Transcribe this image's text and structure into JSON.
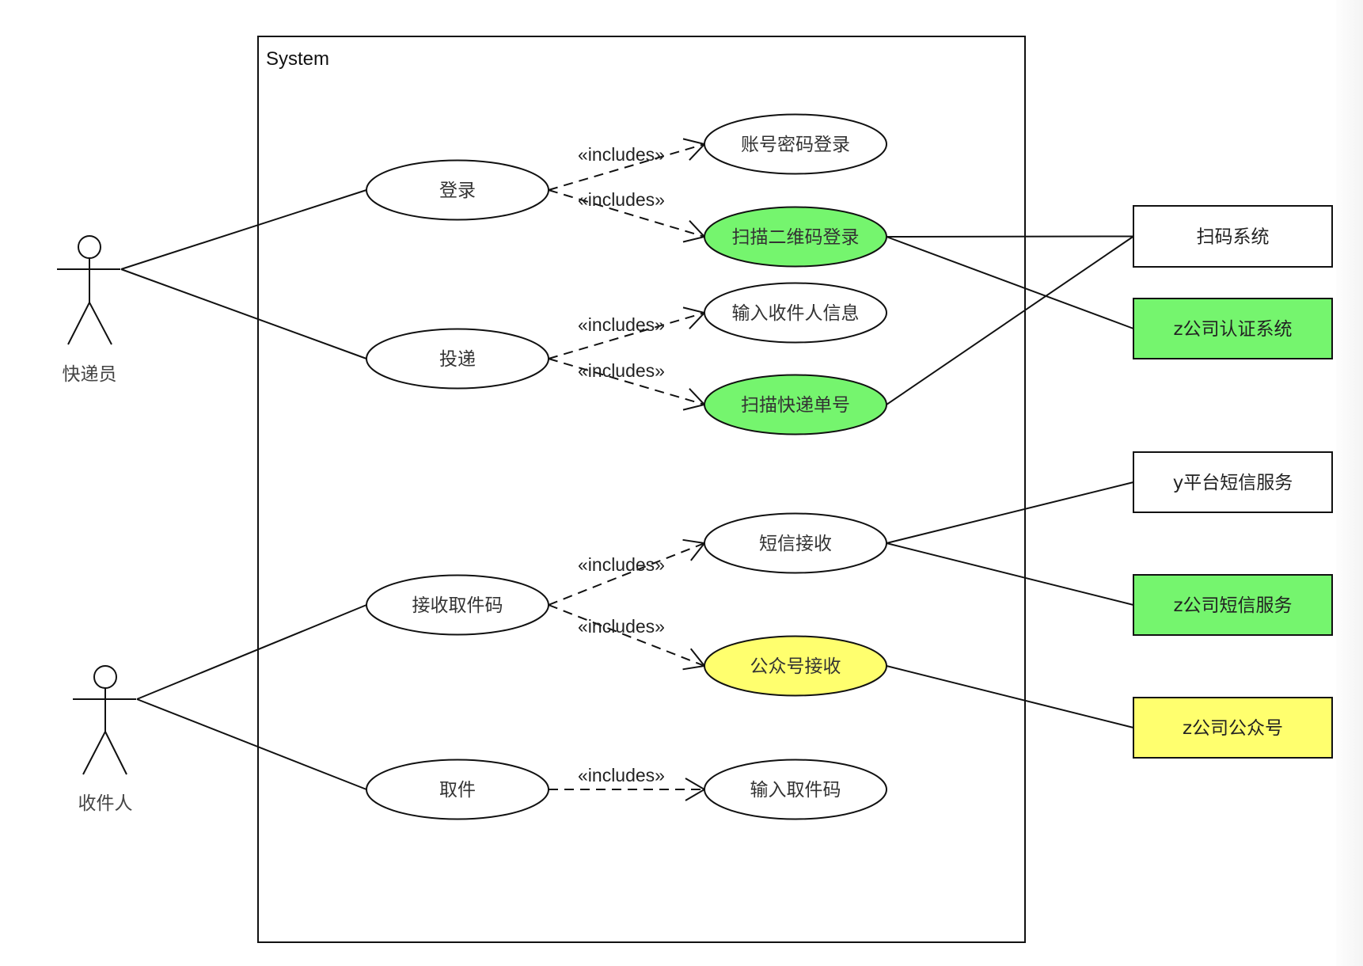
{
  "system": {
    "label": "System"
  },
  "actors": [
    {
      "id": "courier",
      "label": "快递员"
    },
    {
      "id": "recipient",
      "label": "收件人"
    }
  ],
  "use_cases": [
    {
      "id": "login",
      "label": "登录",
      "fill": "#ffffff"
    },
    {
      "id": "deliver",
      "label": "投递",
      "fill": "#ffffff"
    },
    {
      "id": "receive_code",
      "label": "接收取件码",
      "fill": "#ffffff"
    },
    {
      "id": "pickup",
      "label": "取件",
      "fill": "#ffffff"
    },
    {
      "id": "pwd_login",
      "label": "账号密码登录",
      "fill": "#ffffff"
    },
    {
      "id": "qr_login",
      "label": "扫描二维码登录",
      "fill": "#75f56e"
    },
    {
      "id": "input_recipient",
      "label": "输入收件人信息",
      "fill": "#ffffff"
    },
    {
      "id": "scan_tracking",
      "label": "扫描快递单号",
      "fill": "#75f56e"
    },
    {
      "id": "sms_receive",
      "label": "短信接收",
      "fill": "#ffffff"
    },
    {
      "id": "wechat_receive",
      "label": "公众号接收",
      "fill": "#ffff6e"
    },
    {
      "id": "input_code",
      "label": "输入取件码",
      "fill": "#ffffff"
    }
  ],
  "external_systems": [
    {
      "id": "scan_system",
      "label": "扫码系统",
      "fill": "#ffffff"
    },
    {
      "id": "z_auth",
      "label": "z公司认证系统",
      "fill": "#75f56e"
    },
    {
      "id": "y_sms",
      "label": "y平台短信服务",
      "fill": "#ffffff"
    },
    {
      "id": "z_sms",
      "label": "z公司短信服务",
      "fill": "#75f56e"
    },
    {
      "id": "z_wechat",
      "label": "z公司公众号",
      "fill": "#ffff6e"
    }
  ],
  "associations": [
    {
      "from": "courier",
      "to": "login"
    },
    {
      "from": "courier",
      "to": "deliver"
    },
    {
      "from": "recipient",
      "to": "receive_code"
    },
    {
      "from": "recipient",
      "to": "pickup"
    },
    {
      "from": "qr_login",
      "to": "scan_system"
    },
    {
      "from": "qr_login",
      "to": "z_auth"
    },
    {
      "from": "scan_tracking",
      "to": "scan_system"
    },
    {
      "from": "sms_receive",
      "to": "y_sms"
    },
    {
      "from": "sms_receive",
      "to": "z_sms"
    },
    {
      "from": "wechat_receive",
      "to": "z_wechat"
    }
  ],
  "includes": [
    {
      "from": "login",
      "to": "pwd_login",
      "label": "«includes»"
    },
    {
      "from": "login",
      "to": "qr_login",
      "label": "«includes»"
    },
    {
      "from": "deliver",
      "to": "input_recipient",
      "label": "«includes»"
    },
    {
      "from": "deliver",
      "to": "scan_tracking",
      "label": "«includes»"
    },
    {
      "from": "receive_code",
      "to": "sms_receive",
      "label": "«includes»"
    },
    {
      "from": "receive_code",
      "to": "wechat_receive",
      "label": "«includes»"
    },
    {
      "from": "pickup",
      "to": "input_code",
      "label": "«includes»"
    }
  ],
  "colors": {
    "line": "#111111",
    "green": "#75f56e",
    "yellow": "#ffff6e"
  }
}
